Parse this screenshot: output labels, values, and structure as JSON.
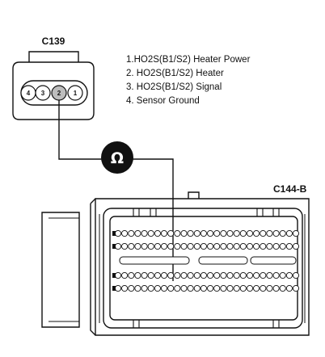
{
  "c139": {
    "title": "C139",
    "pins": [
      "4",
      "3",
      "2",
      "1"
    ]
  },
  "c144b": {
    "title": "C144-B"
  },
  "legend": [
    "1.HO2S(B1/S2)  Heater Power",
    "2. HO2S(B1/S2) Heater",
    "3. HO2S(B1/S2) Signal",
    "4. Sensor Ground"
  ],
  "meter": {
    "symbol": "Ω",
    "icon": "ohmmeter-icon"
  }
}
